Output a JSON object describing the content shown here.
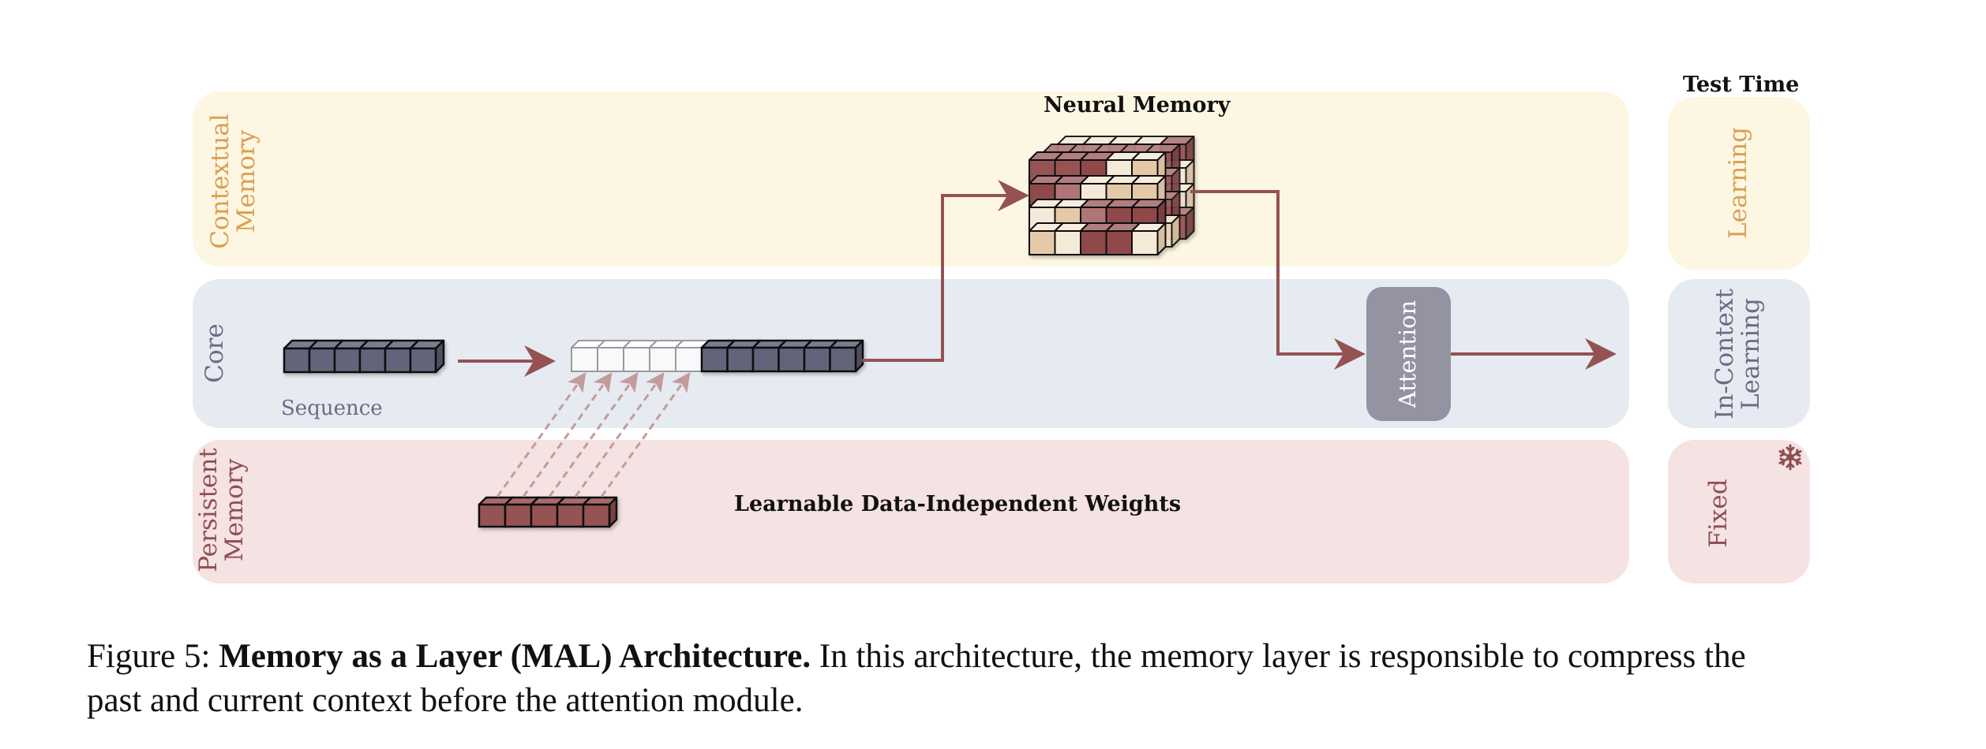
{
  "figure": {
    "test_time_heading": "Test Time",
    "rows": [
      {
        "id": "contextual",
        "label_line1": "Contextual",
        "label_line2": "Memory",
        "test_time": "Learning",
        "color": "#d9a04f",
        "bg": "#fdf6e3"
      },
      {
        "id": "core",
        "label_line1": "Core",
        "label_line2": "",
        "test_time_line1": "In-Context",
        "test_time_line2": "Learning",
        "color": "#6b6c83",
        "bg": "#e6ebf2"
      },
      {
        "id": "persistent",
        "label_line1": "Persistent",
        "label_line2": "Memory",
        "test_time": "Fixed",
        "color": "#8f4f52",
        "bg": "#f5e2e3"
      }
    ],
    "neural_memory_label": "Neural Memory",
    "sequence_label": "Sequence",
    "attention_label": "Attention",
    "weights_label": "Learnable Data-Independent Weights",
    "fixed_icon": "snowflake-icon",
    "arrow_color": "#955253",
    "sequence_tokens": 6,
    "persistent_tokens": 5,
    "memory_grid": {
      "columns": 5,
      "rows": 4,
      "layers": 3
    }
  },
  "caption": {
    "prefix": "Figure 5: ",
    "title": "Memory as a Layer (MAL) Architecture.",
    "body_line1": " In this architecture, the memory layer is responsible to compress the",
    "body_line2": "past and current context before the attention module."
  }
}
